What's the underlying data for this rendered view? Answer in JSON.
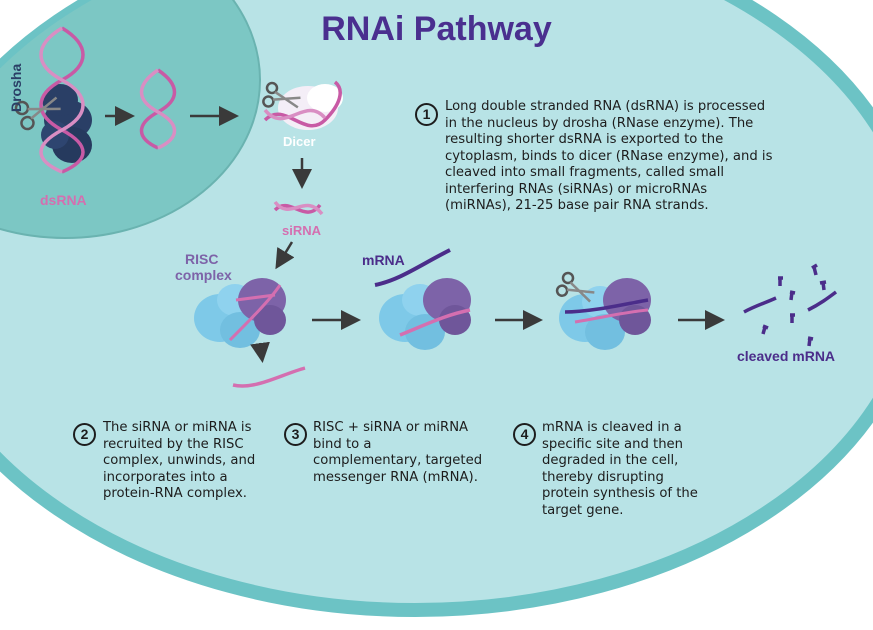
{
  "title": "RNAi Pathway",
  "labels": {
    "drosha": "Drosha",
    "dsrna": "dsRNA",
    "dicer": "Dicer",
    "sirna": "siRNA",
    "risc_line1": "RISC",
    "risc_line2": "complex",
    "mrna": "mRNA",
    "cleaved": "cleaved mRNA"
  },
  "steps": [
    {
      "num": "1",
      "text": "Long double stranded RNA (dsRNA) is processed in the nucleus by drosha (RNase enzyme). The resulting shorter dsRNA is exported to the cytoplasm, binds to dicer (RNase enzyme), and is cleaved into small fragments, called small interfering RNAs (siRNAs) or microRNAs (miRNAs), 21-25 base pair RNA strands."
    },
    {
      "num": "2",
      "text": "The siRNA or miRNA is recruited by the RISC complex, unwinds, and incorporates into a protein-RNA complex."
    },
    {
      "num": "3",
      "text": "RISC + siRNA or miRNA bind to a complementary, targeted messenger RNA (mRNA)."
    },
    {
      "num": "4",
      "text": "mRNA is cleaved in a specific site and then degraded in the cell, thereby disrupting protein synthesis of the target gene."
    }
  ],
  "colors": {
    "cytoplasm": "#b8e3e6",
    "cell_border": "#6cc3c5",
    "nucleus": "#7cc7c4",
    "title": "#4a2f8f",
    "rna_pink": "#d46fb0",
    "mrna_purple": "#4b2d8a",
    "risc_blue": "#7ec9e8",
    "risc_purple": "#7d63a8",
    "drosha_navy": "#2a3f66",
    "arrow": "#3a3a3a"
  },
  "icons": [
    "scissors-icon",
    "arrow-icon"
  ]
}
